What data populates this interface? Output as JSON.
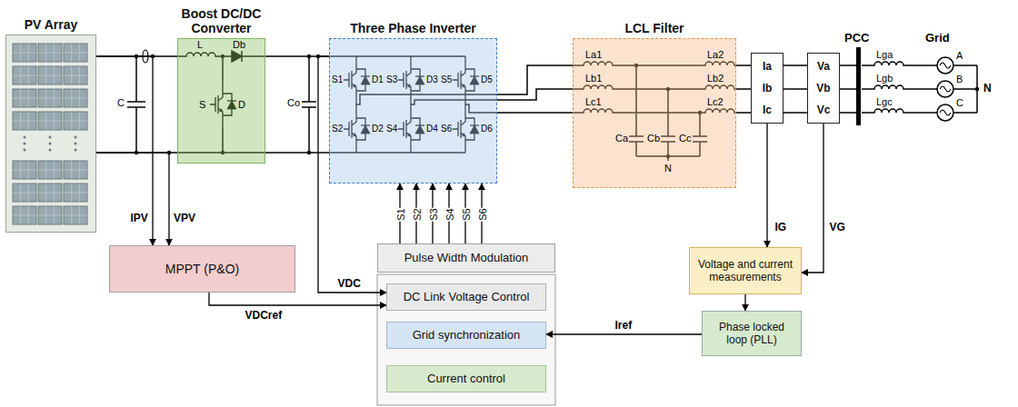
{
  "diagram": {
    "nodes": [
      {
        "text": [
          "PV Array"
        ]
      },
      {
        "text": [
          "Boost DC/DC Converter"
        ]
      },
      {
        "text": [
          "Three Phase Inverter"
        ]
      },
      {
        "text": [
          "LCL Filter"
        ]
      },
      {
        "text": [
          "Ia",
          "Ib",
          "Ic"
        ]
      },
      {
        "text": [
          "Va",
          "Vb",
          "Vc"
        ]
      },
      {
        "text": [
          "MPPT (P&O)"
        ]
      },
      {
        "text": [
          "Pulse Width Modulation"
        ]
      },
      {
        "text": [
          "DC Link Voltage Control"
        ]
      },
      {
        "text": [
          "Grid synchronization"
        ]
      },
      {
        "text": [
          "Current control"
        ]
      },
      {
        "text": [
          "Voltage and current measurements"
        ]
      },
      {
        "text": [
          "Phase locked loop (PLL)"
        ]
      }
    ],
    "edges": [
      {
        "from": 0,
        "to": 1,
        "arrow": "none"
      },
      {
        "from": 1,
        "to": 2,
        "arrow": "none"
      },
      {
        "from": 2,
        "to": 3,
        "arrow": "none"
      },
      {
        "from": 3,
        "to": 4,
        "arrow": "none"
      },
      {
        "from": 4,
        "to": 5,
        "arrow": "none"
      },
      {
        "from": 0,
        "to": 6,
        "label": "IPV",
        "arrow": "to"
      },
      {
        "from": 0,
        "to": 6,
        "label": "VPV",
        "arrow": "to"
      },
      {
        "from": 2,
        "to": 8,
        "label": "VDC",
        "arrow": "to"
      },
      {
        "from": 6,
        "to": 8,
        "label": "VDCref",
        "arrow": "to"
      },
      {
        "from": 7,
        "to": 2,
        "label": "S1",
        "arrow": "to"
      },
      {
        "from": 7,
        "to": 2,
        "label": "S2",
        "arrow": "to"
      },
      {
        "from": 7,
        "to": 2,
        "label": "S3",
        "arrow": "to"
      },
      {
        "from": 7,
        "to": 2,
        "label": "S4",
        "arrow": "to"
      },
      {
        "from": 7,
        "to": 2,
        "label": "S5",
        "arrow": "to"
      },
      {
        "from": 7,
        "to": 2,
        "label": "S6",
        "arrow": "to"
      },
      {
        "from": 4,
        "to": 11,
        "label": "IG",
        "arrow": "to"
      },
      {
        "from": 5,
        "to": 11,
        "label": "VG",
        "arrow": "to"
      },
      {
        "from": 11,
        "to": 12,
        "arrow": "to"
      },
      {
        "from": 12,
        "to": 9,
        "label": "Iref",
        "arrow": "to"
      }
    ],
    "labels": [
      "C",
      "L",
      "Db",
      "S",
      "D",
      "Co",
      "S1",
      "D1",
      "S3",
      "D3",
      "S5",
      "D5",
      "S2",
      "D2",
      "S4",
      "D4",
      "S6",
      "D6",
      "La1",
      "Lb1",
      "Lc1",
      "La2",
      "Lb2",
      "Lc2",
      "Ca",
      "Cb",
      "Cc",
      "N",
      "PCC",
      "Lga",
      "Lgb",
      "Lgc",
      "Grid",
      "A",
      "B",
      "C",
      "N"
    ]
  }
}
